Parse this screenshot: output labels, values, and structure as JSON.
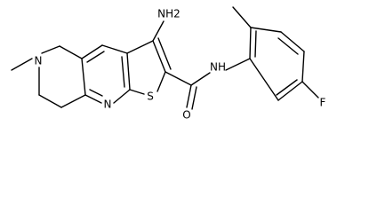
{
  "structure": {
    "atoms": {
      "amine": "NH2",
      "ring_n_methyl": "N",
      "pyridine_n": "N",
      "thiophene_s": "S",
      "carbonyl_o": "O",
      "amide_nh": "NH",
      "fluoro": "F"
    }
  }
}
